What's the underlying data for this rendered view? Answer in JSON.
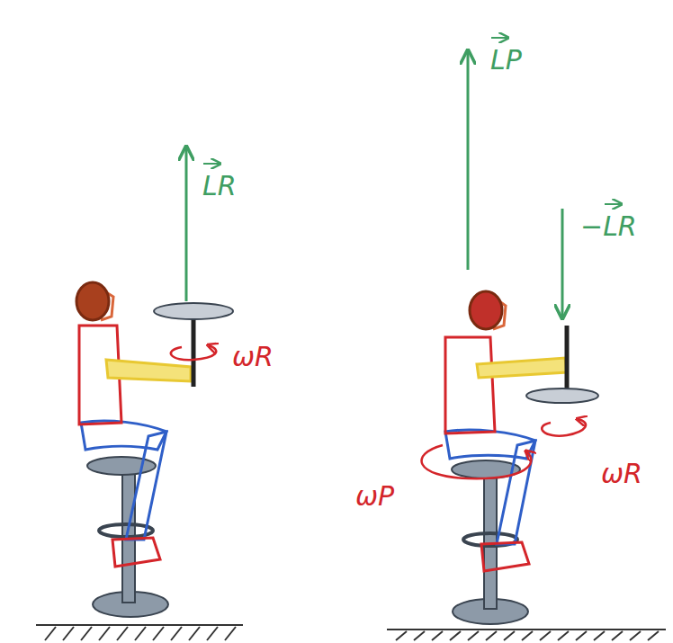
{
  "diagram": {
    "labels": [
      "LR",
      "ωR",
      "LP",
      "−LR",
      "ωP",
      "ωR"
    ]
  }
}
